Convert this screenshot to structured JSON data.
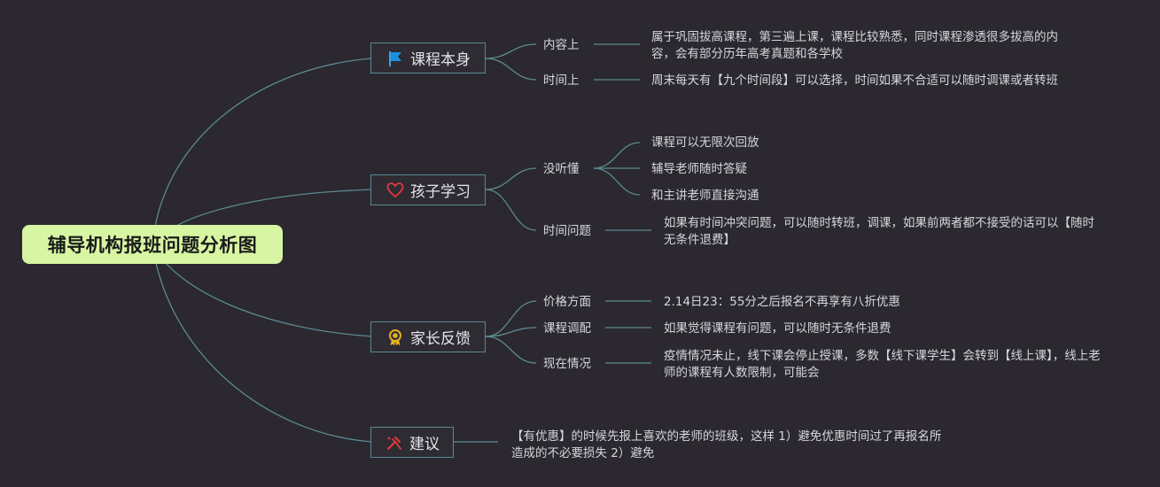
{
  "root": {
    "title": "辅导机构报班问题分析图"
  },
  "colors": {
    "root_bg": "#d7f5a2",
    "branch_line": "#5c8a8f",
    "background": "#2b2830"
  },
  "branches": [
    {
      "label": "课程本身",
      "icon": "flag-icon",
      "children": [
        {
          "label": "内容上",
          "notes": [
            "属于巩固拔高课程，第三遍上课，课程比较熟悉，同时课程渗透很多拔高的内容，会有部分历年高考真题和各学校"
          ]
        },
        {
          "label": "时间上",
          "notes": [
            "周末每天有【九个时间段】可以选择，时间如果不合适可以随时调课或者转班"
          ]
        }
      ]
    },
    {
      "label": "孩子学习",
      "icon": "heart-icon",
      "children": [
        {
          "label": "没听懂",
          "notes": [
            "课程可以无限次回放",
            "辅导老师随时答疑",
            "和主讲老师直接沟通"
          ]
        },
        {
          "label": "时间问题",
          "notes": [
            "如果有时间冲突问题，可以随时转班，调课，如果前两者都不接受的话可以【随时无条件退费】"
          ]
        }
      ]
    },
    {
      "label": "家长反馈",
      "icon": "award-icon",
      "children": [
        {
          "label": "价格方面",
          "notes": [
            "2.14日23：55分之后报名不再享有八折优惠"
          ]
        },
        {
          "label": "课程调配",
          "notes": [
            "如果觉得课程有问题，可以随时无条件退费"
          ]
        },
        {
          "label": "现在情况",
          "notes": [
            "疫情情况未止，线下课会停止授课，多数【线下课学生】会转到【线上课】，线上老师的课程有人数限制，可能会"
          ]
        }
      ]
    },
    {
      "label": "建议",
      "icon": "tools-icon",
      "children": [],
      "notes": [
        "【有优惠】的时候先报上喜欢的老师的班级，这样 1）避免优惠时间过了再报名所造成的不必要损失 2）避免"
      ]
    }
  ]
}
